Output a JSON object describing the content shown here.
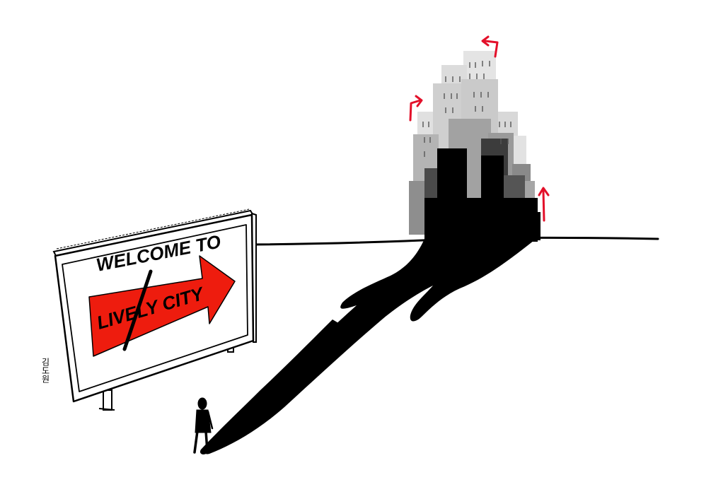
{
  "billboard": {
    "line1": "WELCOME TO",
    "line2": "LIVELY CITY"
  },
  "signature": "김도원",
  "colors": {
    "background": "#ffffff",
    "ink": "#000000",
    "accent_red": "#ee1c0e",
    "arrow_red": "#e3102a",
    "building_light": "#d6d6d6",
    "building_mid": "#a8a8a8",
    "building_dark": "#555555"
  },
  "icons": {
    "city_arrows": "red-up-arrow"
  }
}
